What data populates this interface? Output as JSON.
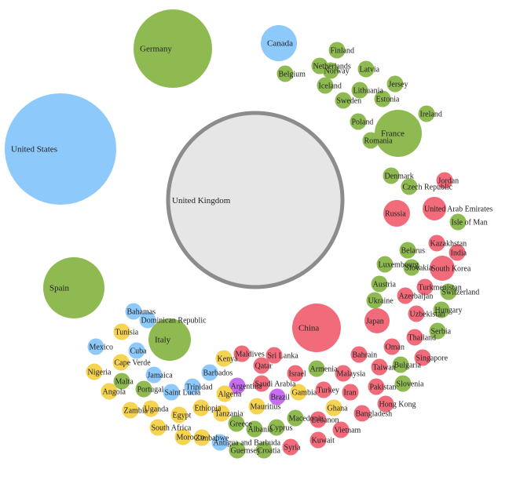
{
  "colors": {
    "americas": "#8ec9fb",
    "europe": "#8fba52",
    "asia": "#f16b7b",
    "africa": "#f7d352",
    "oceania": "#c56ff0",
    "highlight_fill": "#e6e6e6",
    "highlight_stroke": "#8c8c8c"
  },
  "chart_data": {
    "type": "bubble",
    "center": {
      "name": "United Kingdom"
    },
    "nodes": [
      {
        "name": "United States",
        "group": "americas",
        "value": 100
      },
      {
        "name": "Germany",
        "group": "europe",
        "value": 50
      },
      {
        "name": "Canada",
        "group": "americas",
        "value": 10
      },
      {
        "name": "Spain",
        "group": "europe",
        "value": 30
      },
      {
        "name": "France",
        "group": "europe",
        "value": 17
      },
      {
        "name": "China",
        "group": "asia",
        "value": 18
      },
      {
        "name": "Italy",
        "group": "europe",
        "value": 15
      },
      {
        "name": "Russia",
        "group": "asia",
        "value": 6
      },
      {
        "name": "United Arab Emirates",
        "group": "asia",
        "value": 5
      },
      {
        "name": "Japan",
        "group": "asia",
        "value": 5
      },
      {
        "name": "South Korea",
        "group": "asia",
        "value": 5
      },
      {
        "name": "Finland",
        "group": "europe",
        "value": 2
      },
      {
        "name": "Netherlands",
        "group": "europe",
        "value": 2
      },
      {
        "name": "Norway",
        "group": "europe",
        "value": 2
      },
      {
        "name": "Latvia",
        "group": "europe",
        "value": 2
      },
      {
        "name": "Belgium",
        "group": "europe",
        "value": 2
      },
      {
        "name": "Iceland",
        "group": "europe",
        "value": 2
      },
      {
        "name": "Jersey",
        "group": "europe",
        "value": 2
      },
      {
        "name": "Lithuania",
        "group": "europe",
        "value": 2
      },
      {
        "name": "Sweden",
        "group": "europe",
        "value": 2
      },
      {
        "name": "Estonia",
        "group": "europe",
        "value": 2
      },
      {
        "name": "Ireland",
        "group": "europe",
        "value": 2
      },
      {
        "name": "Poland",
        "group": "europe",
        "value": 2
      },
      {
        "name": "Romania",
        "group": "europe",
        "value": 2
      },
      {
        "name": "Denmark",
        "group": "europe",
        "value": 2
      },
      {
        "name": "Czech Republic",
        "group": "europe",
        "value": 2
      },
      {
        "name": "Jordan",
        "group": "asia",
        "value": 2
      },
      {
        "name": "Isle of Man",
        "group": "europe",
        "value": 2
      },
      {
        "name": "Kazakhstan",
        "group": "asia",
        "value": 2
      },
      {
        "name": "India",
        "group": "asia",
        "value": 2
      },
      {
        "name": "Belarus",
        "group": "europe",
        "value": 2
      },
      {
        "name": "Luxembourg",
        "group": "europe",
        "value": 2
      },
      {
        "name": "Slovakia",
        "group": "europe",
        "value": 2
      },
      {
        "name": "Austria",
        "group": "europe",
        "value": 2
      },
      {
        "name": "Turkmenistan",
        "group": "asia",
        "value": 2
      },
      {
        "name": "Switzerland",
        "group": "europe",
        "value": 2
      },
      {
        "name": "Azerbaijan",
        "group": "asia",
        "value": 2
      },
      {
        "name": "Ukraine",
        "group": "europe",
        "value": 2
      },
      {
        "name": "Hungary",
        "group": "europe",
        "value": 2
      },
      {
        "name": "Uzbekistan",
        "group": "asia",
        "value": 2
      },
      {
        "name": "Serbia",
        "group": "europe",
        "value": 2
      },
      {
        "name": "Thailand",
        "group": "asia",
        "value": 2
      },
      {
        "name": "Oman",
        "group": "asia",
        "value": 2
      },
      {
        "name": "Singapore",
        "group": "asia",
        "value": 2
      },
      {
        "name": "Bahrain",
        "group": "asia",
        "value": 2
      },
      {
        "name": "Taiwan",
        "group": "asia",
        "value": 2
      },
      {
        "name": "Bulgaria",
        "group": "europe",
        "value": 2
      },
      {
        "name": "Pakistan",
        "group": "asia",
        "value": 2
      },
      {
        "name": "Slovenia",
        "group": "europe",
        "value": 2
      },
      {
        "name": "Hong Kong",
        "group": "asia",
        "value": 2
      },
      {
        "name": "Bangladesh",
        "group": "asia",
        "value": 2
      },
      {
        "name": "Vietnam",
        "group": "asia",
        "value": 2
      },
      {
        "name": "Kuwait",
        "group": "asia",
        "value": 2
      },
      {
        "name": "Iran",
        "group": "asia",
        "value": 2
      },
      {
        "name": "Turkey",
        "group": "asia",
        "value": 2
      },
      {
        "name": "Malaysia",
        "group": "asia",
        "value": 2
      },
      {
        "name": "Armenia",
        "group": "europe",
        "value": 2
      },
      {
        "name": "Israel",
        "group": "asia",
        "value": 2
      },
      {
        "name": "Sri Lanka",
        "group": "asia",
        "value": 2
      },
      {
        "name": "Maldives",
        "group": "asia",
        "value": 2
      },
      {
        "name": "Qatar",
        "group": "asia",
        "value": 2
      },
      {
        "name": "Saudi Arabia",
        "group": "asia",
        "value": 2
      },
      {
        "name": "Lebanon",
        "group": "asia",
        "value": 2
      },
      {
        "name": "Ghana",
        "group": "africa",
        "value": 2
      },
      {
        "name": "Gambia",
        "group": "africa",
        "value": 2
      },
      {
        "name": "Brazil",
        "group": "oceania",
        "value": 2
      },
      {
        "name": "Argentina",
        "group": "oceania",
        "value": 2
      },
      {
        "name": "Macedonia",
        "group": "europe",
        "value": 2
      },
      {
        "name": "Cyprus",
        "group": "europe",
        "value": 2
      },
      {
        "name": "Syria",
        "group": "asia",
        "value": 2
      },
      {
        "name": "Croatia",
        "group": "europe",
        "value": 2
      },
      {
        "name": "Albania",
        "group": "europe",
        "value": 2
      },
      {
        "name": "Mauritius",
        "group": "africa",
        "value": 2
      },
      {
        "name": "Kenya",
        "group": "africa",
        "value": 2
      },
      {
        "name": "Barbados",
        "group": "americas",
        "value": 2
      },
      {
        "name": "Trinidad",
        "group": "americas",
        "value": 2
      },
      {
        "name": "Algeria",
        "group": "africa",
        "value": 2
      },
      {
        "name": "Ethiopia",
        "group": "africa",
        "value": 2
      },
      {
        "name": "Tanzania",
        "group": "africa",
        "value": 2
      },
      {
        "name": "Greece",
        "group": "europe",
        "value": 2
      },
      {
        "name": "Antigua and Barbuda",
        "group": "americas",
        "value": 2
      },
      {
        "name": "Guernsey",
        "group": "europe",
        "value": 2
      },
      {
        "name": "Zimbabwe",
        "group": "africa",
        "value": 2
      },
      {
        "name": "Morocco",
        "group": "africa",
        "value": 2
      },
      {
        "name": "South Africa",
        "group": "africa",
        "value": 2
      },
      {
        "name": "Egypt",
        "group": "africa",
        "value": 2
      },
      {
        "name": "Uganda",
        "group": "africa",
        "value": 2
      },
      {
        "name": "Zambia",
        "group": "africa",
        "value": 2
      },
      {
        "name": "Saint Lucia",
        "group": "americas",
        "value": 2
      },
      {
        "name": "Portugal",
        "group": "europe",
        "value": 2
      },
      {
        "name": "Malta",
        "group": "europe",
        "value": 2
      },
      {
        "name": "Angola",
        "group": "africa",
        "value": 2
      },
      {
        "name": "Nigeria",
        "group": "africa",
        "value": 2
      },
      {
        "name": "Jamaica",
        "group": "americas",
        "value": 2
      },
      {
        "name": "Cape Verde",
        "group": "africa",
        "value": 2
      },
      {
        "name": "Cuba",
        "group": "americas",
        "value": 2
      },
      {
        "name": "Mexico",
        "group": "americas",
        "value": 2
      },
      {
        "name": "Tunisia",
        "group": "africa",
        "value": 2
      },
      {
        "name": "Bahamas",
        "group": "americas",
        "value": 2
      },
      {
        "name": "Dominican Republic",
        "group": "americas",
        "value": 2
      }
    ]
  }
}
